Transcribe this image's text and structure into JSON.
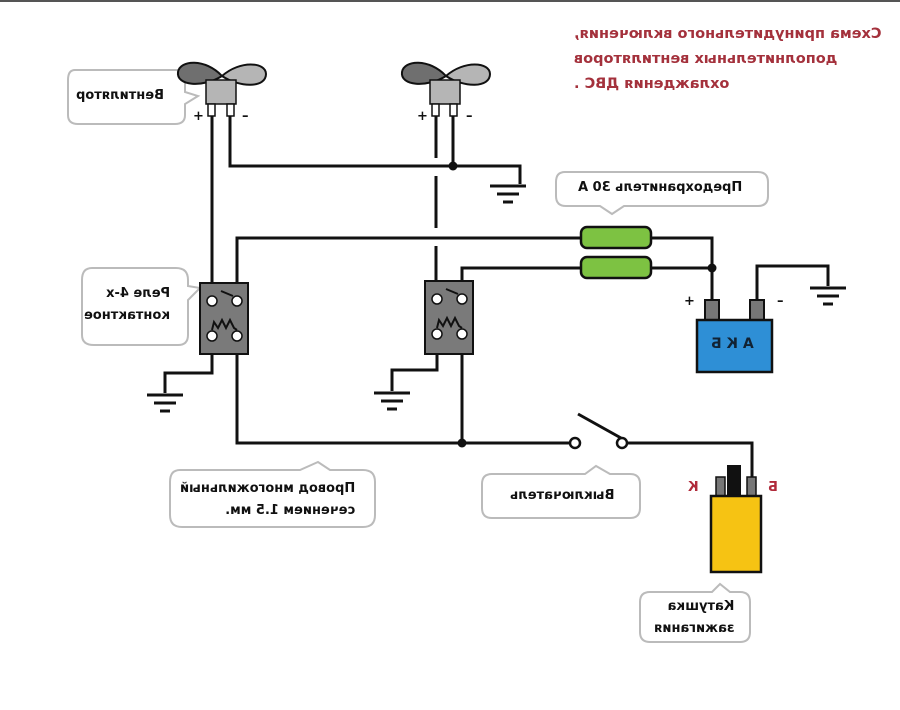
{
  "title": {
    "lines": [
      "Схема принудительного включения,",
      "дополнительных вентиляторов",
      "охлаждения ДВС ."
    ],
    "mirrored": true,
    "color": "#a4313c"
  },
  "callouts": {
    "fan": "Вентилятор",
    "relay": [
      "Реле 4-х",
      "контактное"
    ],
    "fuse": "Предохранитель 30 А",
    "wire": [
      "Провод многожильный",
      "сечением 1.5 мм."
    ],
    "switch": "Выключатель",
    "coil": [
      "Катушка",
      "зажигания"
    ]
  },
  "battery": {
    "label": "А К Б",
    "color": "#2e8fd6",
    "plus": "+",
    "minus": "–"
  },
  "fans": [
    {
      "plus": "+",
      "minus": "–"
    },
    {
      "plus": "+",
      "minus": "–"
    }
  ],
  "coil": {
    "terminal_k": "К",
    "terminal_b": "Б",
    "color": "#f6c313"
  },
  "fuse_color": "#7dc242",
  "relay_color": "#7a7a7a"
}
